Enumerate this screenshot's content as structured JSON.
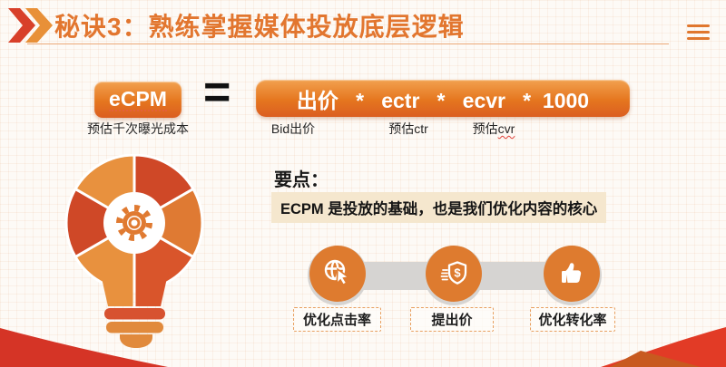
{
  "header": {
    "title": "秘诀3：熟练掌握媒体投放底层逻辑",
    "chevrons_icon": "double-chevron-icon",
    "menu_icon": "hamburger-menu-icon"
  },
  "formula": {
    "ecpm_label": "eCPM",
    "ecpm_caption": "预估千次曝光成本",
    "equals": "=",
    "expression": "出价   *   ectr   *   ecvr   *  1000",
    "captions": [
      {
        "text": "Bid出价"
      },
      {
        "text": "预估ctr"
      },
      {
        "text": "预估",
        "flagged": "cvr"
      }
    ]
  },
  "keypoint": {
    "heading": "要点：",
    "highlight": "ECPM 是投放的基础，也是我们优化内容的核心"
  },
  "actions": [
    {
      "icon": "globe-cursor-icon",
      "label": "优化点击率"
    },
    {
      "icon": "shield-dollar-icon",
      "label": "提出价"
    },
    {
      "icon": "thumbs-up-icon",
      "label": "优化转化率"
    }
  ],
  "graphic": {
    "name": "lightbulb-gear",
    "center_icon": "gear-icon"
  },
  "colors": {
    "accent_orange": "#E0772E",
    "title_orange": "#E2762F",
    "pill_top": "#F2A14F",
    "pill_bottom": "#DB5E20",
    "circle_orange": "#DE7B2F",
    "highlight_bg": "#F5E7CE",
    "ribbon_gray": "#D6D4D2",
    "deco_red": "#D53426",
    "deco_orange": "#C85A1F",
    "bulb_light": "#E8913E",
    "bulb_mid": "#DF7A33",
    "bulb_dark": "#D9552B",
    "bulb_red": "#CF4827",
    "dash_border": "#E8A060"
  }
}
